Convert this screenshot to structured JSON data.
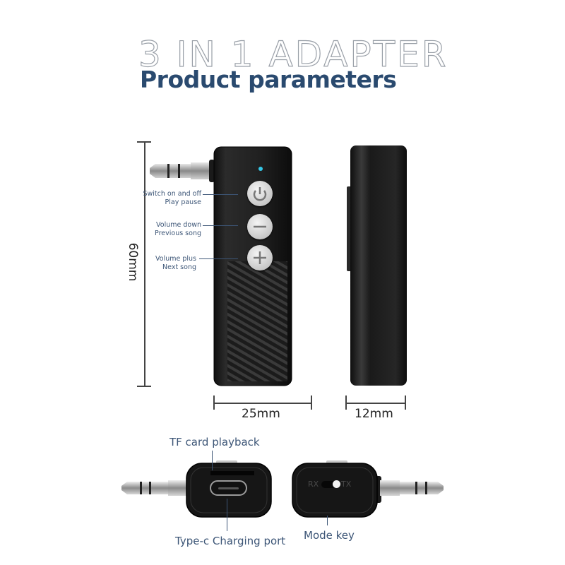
{
  "header": {
    "outline_title": "3 IN 1 ADAPTER",
    "title": "Product parameters"
  },
  "front_view": {
    "led_color": "#35c8e8",
    "buttons": [
      {
        "icon": "power-icon",
        "label_line1": "Switch on and off",
        "label_line2": "Play pause"
      },
      {
        "icon": "minus-icon",
        "label_line1": "Volume down",
        "label_line2": "Previous song"
      },
      {
        "icon": "plus-icon",
        "label_line1": "Volume plus",
        "label_line2": "Next song"
      }
    ]
  },
  "dimensions": {
    "height": "60mm",
    "width": "25mm",
    "depth": "12mm"
  },
  "bottom_views": {
    "tf_card_label": "TF card playback",
    "typec_label": "Type-c Charging port",
    "mode_key_label": "Mode key",
    "switch_left": "RX",
    "switch_right": "TX"
  },
  "colors": {
    "title_blue": "#2a4a6f",
    "label_blue": "#3d5677",
    "device_black": "#1a1a1a"
  }
}
